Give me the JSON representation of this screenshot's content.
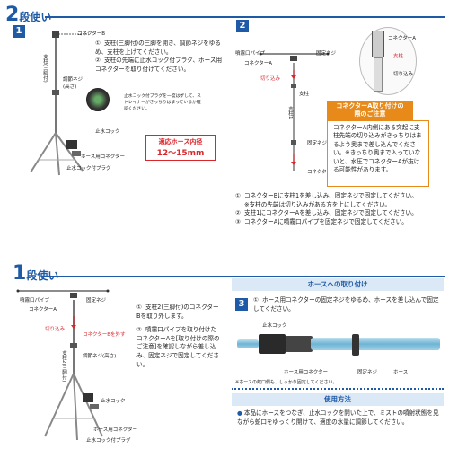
{
  "section2": {
    "num": "2",
    "title": "段使い",
    "step1": "1",
    "step2": "2",
    "labels": {
      "connector_b": "コネクターB",
      "support_pillar": "支柱(三脚付)",
      "adjust_screw": "調節ネジ\n(高さ)",
      "stop_cock": "止水コック",
      "hose_connector": "ホース用コネクター",
      "cock_plug": "止水コック付プラグ",
      "spray_pipe": "噴霧口パイプ",
      "fix_screw": "固定ネジ",
      "connector_a": "コネクターA",
      "cut_mark": "切り込み",
      "support1": "支柱1",
      "fix_screw2": "固定ネジ",
      "connector_b2": "コネクターB",
      "support_label": "支柱"
    },
    "inset_labels": {
      "connector_a": "コネクターA",
      "support": "支柱",
      "cut": "切り込み"
    },
    "plug_note": "止水コック付プラグを一度はずして、ストレイナーがきっちりはまっているか確認ください。",
    "instructions": [
      {
        "n": "①",
        "text": "支柱(三脚付)の三脚を開き、調節ネジをゆるめ、支柱を上げてください。"
      },
      {
        "n": "②",
        "text": "支柱の先端に止水コック付プラグ、ホース用コネクターを取り付けてください。"
      }
    ],
    "hose_badge": {
      "line1": "適応ホース内径",
      "line2": "12〜15mm"
    },
    "note": {
      "title_line1": "コネクターA取り付けの",
      "title_line2": "際のご注意",
      "body": "コネクターA内側にある突起に支柱先端の切り込みがきっちりはまるよう奥まで差し込んでください。※きっちり奥まで入っていないと、水圧でコネクターAが抜ける可能性があります。"
    },
    "steps2": [
      {
        "n": "①",
        "text": "コネクターBに支柱1を差し込み、固定ネジで固定してください。",
        "sub": "※支柱の先端は切り込みがある方を上にしてください。"
      },
      {
        "n": "②",
        "text": "支柱1にコネクターAを差し込み、固定ネジで固定してください。"
      },
      {
        "n": "③",
        "text": "コネクターAに噴霧口パイプを固定ネジで固定してください。"
      }
    ]
  },
  "section1": {
    "num": "1",
    "title": "段使い",
    "labels": {
      "spray_pipe": "噴霧口パイプ",
      "fix_screw": "固定ネジ",
      "connector_a": "コネクターA",
      "cut_mark": "切り込み",
      "connector_b_note": "コネクターBを外す",
      "support_pillar": "支柱2(三脚付)",
      "adjust_screw": "調節ネジ(高さ)",
      "stop_cock": "止水コック",
      "hose_connector": "ホース用コネクター",
      "cock_plug": "止水コック付プラグ"
    },
    "instructions": [
      {
        "n": "①",
        "text": "支柱2(三脚付)のコネクターBを取り外します。"
      },
      {
        "n": "②",
        "text": "噴霧口パイプを取り付けたコネクターAを[取り付けの際のご注意]を確認しながら差し込み、固定ネジで固定してください。"
      }
    ]
  },
  "hose": {
    "band_title": "ホースへの取り付け",
    "step": "3",
    "steps": [
      {
        "n": "①",
        "text": "ホース用コネクターの固定ネジをゆるめ、ホースを差し込んで固定してください。"
      }
    ],
    "labels": {
      "stop_cock": "止水コック",
      "hose_connector": "ホース用コネクター",
      "fix_screw": "固定ネジ",
      "hose": "ホース"
    },
    "note": "※ホースの蛇口側も、しっかり固定してください。"
  },
  "usage": {
    "band_title": "使用方法",
    "text": "本品にホースをつなぎ、止水コックを開いた上で、ミストの噴射状態を見ながら蛇口をゆっくり開けて、適度の水量に調節してください。"
  }
}
